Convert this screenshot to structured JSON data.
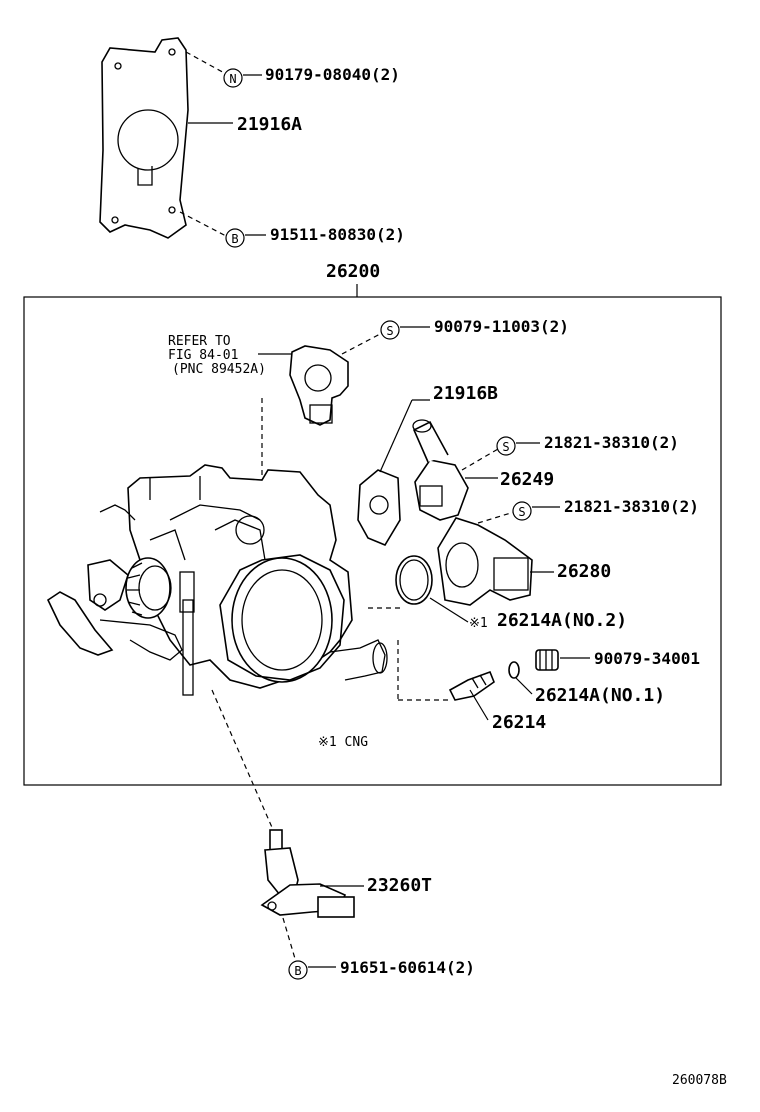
{
  "labels": {
    "bolt_n": "90179-08040(2)",
    "gasket_a": "21916A",
    "bolt_b1": "91511-80830(2)",
    "assembly": "26200",
    "refer_1": "REFER TO",
    "refer_2": "FIG 84-01",
    "refer_3": "(PNC 89452A)",
    "screw_s1": "90079-11003(2)",
    "gasket_b": "21916B",
    "screw_s2": "21821-38310(2)",
    "part_26249": "26249",
    "screw_s3": "21821-38310(2)",
    "part_26280": "26280",
    "oring_2": "26214A(NO.2)",
    "plug": "90079-34001",
    "oring_1": "26214A(NO.1)",
    "part_26214": "26214",
    "note_cng": "※1 CNG",
    "sensor": "23260T",
    "bolt_b2": "91651-60614(2)",
    "diagram_code": "260078B",
    "oring_note_mark": "※1"
  },
  "symbols": {
    "n": "N",
    "s": "S",
    "b": "B"
  }
}
